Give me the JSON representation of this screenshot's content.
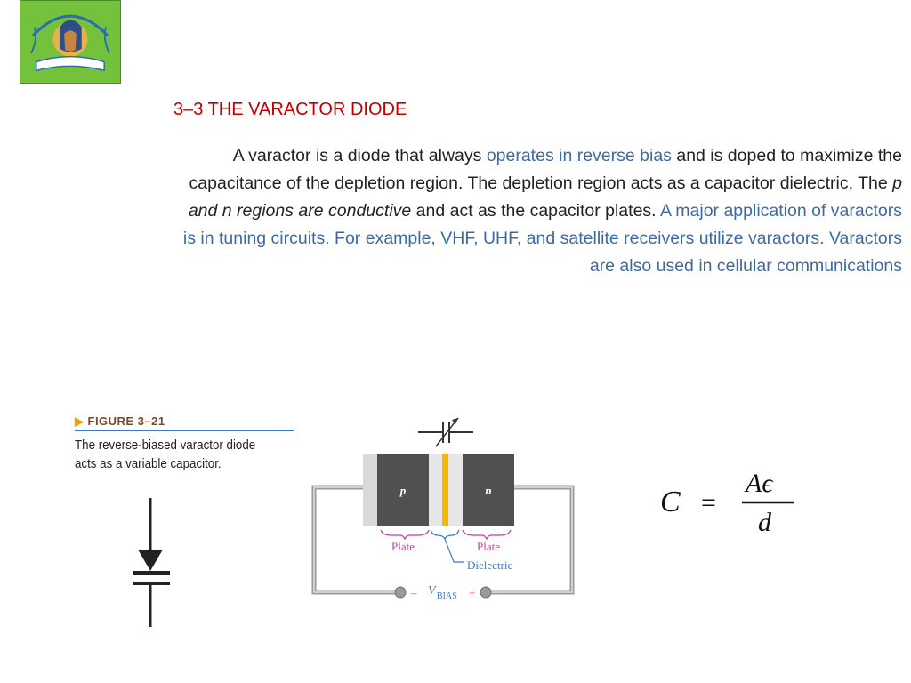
{
  "logo": {
    "alt": "university logo"
  },
  "slide": {
    "title": "3–3 THE VARACTOR DIODE",
    "para": {
      "s1": "A varactor is a diode that always ",
      "s1_blue": "operates in reverse bias",
      "s1_end": " and is doped to maximize the",
      "s2": "capacitance of the depletion region. The depletion region acts as a capacitor dielectric, The ",
      "s2_italic": "p",
      "s3_italic": "and n regions are conductive",
      "s3": " and act as the capacitor plates. ",
      "s3_blue": "A major application of varactors",
      "s4_blue": "is in tuning circuits. For example, VHF, UHF, and satellite receivers utilize varactors. Varactors",
      "s5_blue": "are also used in cellular communications"
    }
  },
  "figure": {
    "label": "FIGURE 3–21",
    "caption_line1": "The reverse-biased varactor diode",
    "caption_line2": "acts as a variable capacitor.",
    "p_label": "p",
    "n_label": "n",
    "plate_left": "Plate",
    "plate_right": "Plate",
    "dielectric": "Dielectric",
    "minus": "–",
    "plus": "+",
    "vbias_v": "V",
    "vbias_sub": "BIAS"
  },
  "formula": {
    "lhs": "C",
    "eq": "=",
    "numerator": "Aϵ",
    "denominator": "d"
  },
  "colors": {
    "title": "#c00000",
    "highlight": "#3e6aa1",
    "dielectric": "#f5b800",
    "block": "#505050"
  }
}
